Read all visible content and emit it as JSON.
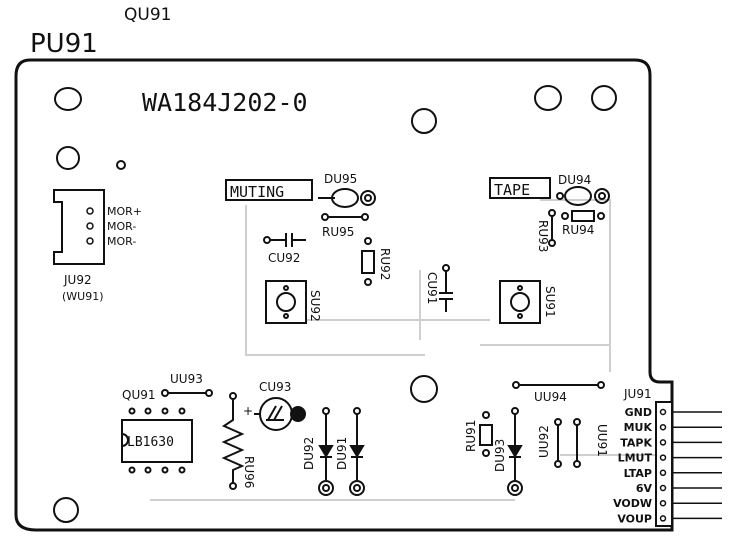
{
  "board_label": "PU91",
  "top_label": "QU91",
  "part_number": "WA184J202-0",
  "switch_labels": {
    "muting": "MUTING",
    "tape": "TAPE"
  },
  "components": {
    "du95": "DU95",
    "du94": "DU94",
    "ru95": "RU95",
    "ru94": "RU94",
    "ru92": "RU92",
    "ru93": "RU93",
    "cu92": "CU92",
    "cu91": "CU91",
    "su92": "SU92",
    "su91": "SU91",
    "qu91": "QU91",
    "uu93": "UU93",
    "cu93": "CU93",
    "ru96": "RU96",
    "du92": "DU92",
    "du91": "DU91",
    "ru91": "RU91",
    "du93": "DU93",
    "uu94": "UU94",
    "uu92": "UU92",
    "uu91": "UU91",
    "ic": "LB1630"
  },
  "motor_connector": {
    "ref": "JU92",
    "alt_ref": "(WU91)",
    "pins": [
      "MOR+",
      "MOR-",
      "MOR-"
    ]
  },
  "edge_connector": {
    "ref": "JU91",
    "pins": [
      "GND",
      "MUK",
      "TAPK",
      "LMUT",
      "LTAP",
      "6V",
      "VODW",
      "VOUP"
    ]
  },
  "polarity_mark": "+"
}
